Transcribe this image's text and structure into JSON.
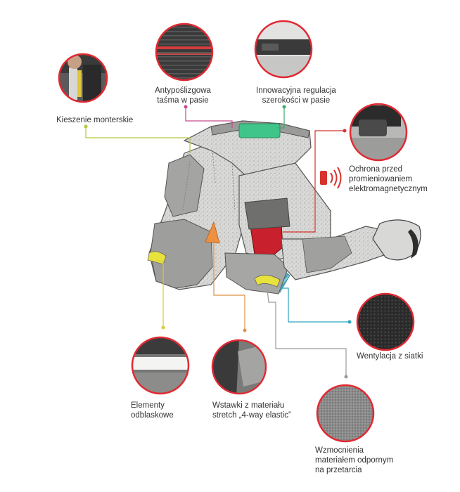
{
  "colors": {
    "ring": "#e02a33",
    "line_olive": "#b6c63f",
    "line_magenta": "#c54a8c",
    "line_green": "#3dab6a",
    "line_red": "#d6332c",
    "line_yellow": "#d8cc38",
    "line_orange": "#de9142",
    "line_teal": "#2aa6c0",
    "line_gray": "#9a9a9a",
    "pants_gray": "#b9b9b7",
    "pants_dark": "#8a8a88",
    "waist_green": "#3fc58a",
    "pocket_red": "#c8202c",
    "yellow_patch": "#e8e23c",
    "orange_insert": "#ee9040"
  },
  "features": {
    "kieszenie": {
      "lines": [
        "Kieszenie monterskie"
      ],
      "icon": "tool-pocket-icon"
    },
    "antyposlizgowa": {
      "lines": [
        "Antypoślizgowa",
        "taśma w pasie"
      ],
      "icon": "waistband-tape-icon"
    },
    "innowacyjna": {
      "lines": [
        "Innowacyjna regulacja",
        "szerokości w pasie"
      ],
      "icon": "waist-adjuster-icon"
    },
    "ochrona": {
      "lines": [
        "Ochrona przed",
        "promieniowaniem",
        "elektromagnetycznym"
      ],
      "icon": "shielded-pocket-icon"
    },
    "wentylacja": {
      "lines": [
        "Wentylacja z siatki"
      ],
      "icon": "mesh-vent-icon"
    },
    "elementy": {
      "lines": [
        "Elementy",
        "odblaskowe"
      ],
      "icon": "reflective-strip-icon"
    },
    "wstawki": {
      "lines": [
        "Wstawki z materiału",
        "stretch „4-way elastic”"
      ],
      "icon": "stretch-insert-icon"
    },
    "wzmocnienia": {
      "lines": [
        "Wzmocnienia",
        "materiałem odpornym",
        "na przetarcia"
      ],
      "icon": "abrasion-panel-icon"
    }
  },
  "phone_icon": "phone-signal-icon"
}
